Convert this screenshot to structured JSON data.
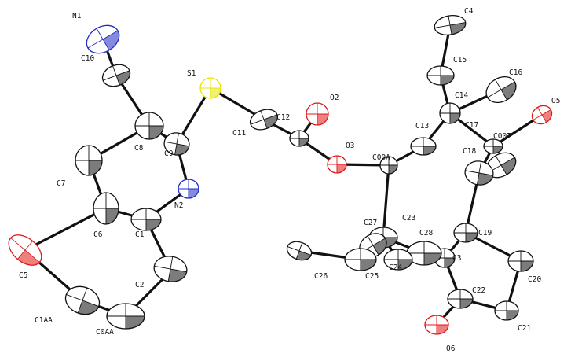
{
  "figure": {
    "type": "ORTEP thermal-ellipsoid molecular structure",
    "colors": {
      "bond": "#111111",
      "C": "#111111",
      "N": "#1f2cc4",
      "O": "#e01818",
      "S": "#e8e400",
      "background": "#ffffff"
    }
  },
  "atoms": [
    {
      "id": "N1",
      "element": "N",
      "label": "N1"
    },
    {
      "id": "C10",
      "element": "C",
      "label": "C10"
    },
    {
      "id": "S1",
      "element": "S",
      "label": "S1"
    },
    {
      "id": "C8",
      "element": "C",
      "label": "C8"
    },
    {
      "id": "C9",
      "element": "C",
      "label": "C9"
    },
    {
      "id": "C7",
      "element": "C",
      "label": "C7"
    },
    {
      "id": "N2",
      "element": "N",
      "label": "N2"
    },
    {
      "id": "C6",
      "element": "C",
      "label": "C6"
    },
    {
      "id": "C1",
      "element": "C",
      "label": "C1"
    },
    {
      "id": "C5",
      "element": "O",
      "label": "C5"
    },
    {
      "id": "C2",
      "element": "C",
      "label": "C2"
    },
    {
      "id": "C1AA",
      "element": "C",
      "label": "C1AA"
    },
    {
      "id": "C0AA",
      "element": "C",
      "label": "C0AA"
    },
    {
      "id": "C3n",
      "element": "C",
      "label": ""
    },
    {
      "id": "C4n",
      "element": "C",
      "label": ""
    },
    {
      "id": "C11",
      "element": "C",
      "label": "C11"
    },
    {
      "id": "C12",
      "element": "C",
      "label": "C12"
    },
    {
      "id": "O2",
      "element": "O",
      "label": "O2"
    },
    {
      "id": "O3",
      "element": "O",
      "label": "O3"
    },
    {
      "id": "C00A",
      "element": "C",
      "label": "C00A"
    },
    {
      "id": "C13",
      "element": "C",
      "label": "C13"
    },
    {
      "id": "C14",
      "element": "C",
      "label": "C14"
    },
    {
      "id": "C15",
      "element": "C",
      "label": "C15"
    },
    {
      "id": "C4",
      "element": "C",
      "label": "C4"
    },
    {
      "id": "C16",
      "element": "C",
      "label": "C16"
    },
    {
      "id": "C17",
      "element": "C",
      "label": "C17"
    },
    {
      "id": "O5",
      "element": "O",
      "label": "O5"
    },
    {
      "id": "C00T",
      "element": "C",
      "label": "C00T"
    },
    {
      "id": "C18",
      "element": "C",
      "label": "C18"
    },
    {
      "id": "C19",
      "element": "C",
      "label": "C19"
    },
    {
      "id": "C20",
      "element": "C",
      "label": "C20"
    },
    {
      "id": "C21",
      "element": "C",
      "label": "C21"
    },
    {
      "id": "C22",
      "element": "C",
      "label": "C22"
    },
    {
      "id": "O6",
      "element": "O",
      "label": "O6"
    },
    {
      "id": "C3",
      "element": "C",
      "label": "C3"
    },
    {
      "id": "C23",
      "element": "C",
      "label": "C23"
    },
    {
      "id": "C28",
      "element": "C",
      "label": "C28"
    },
    {
      "id": "C27",
      "element": "C",
      "label": "C27"
    },
    {
      "id": "C24",
      "element": "C",
      "label": "C24"
    },
    {
      "id": "C25",
      "element": "C",
      "label": "C25"
    },
    {
      "id": "C26",
      "element": "C",
      "label": "C26"
    }
  ],
  "bonds": [
    [
      "N1",
      "C10"
    ],
    [
      "C10",
      "C8"
    ],
    [
      "C8",
      "C9"
    ],
    [
      "C8",
      "C7"
    ],
    [
      "C9",
      "S1"
    ],
    [
      "C9",
      "N2"
    ],
    [
      "N2",
      "C1"
    ],
    [
      "C7",
      "C6"
    ],
    [
      "C6",
      "C1"
    ],
    [
      "C6",
      "C5"
    ],
    [
      "C1",
      "C2"
    ],
    [
      "C2",
      "C3n"
    ],
    [
      "C3n",
      "C4n"
    ],
    [
      "C4n",
      "C1AA"
    ],
    [
      "C1AA",
      "C5"
    ],
    [
      "S1",
      "C11"
    ],
    [
      "C11",
      "C12"
    ],
    [
      "C12",
      "O2"
    ],
    [
      "C12",
      "O3"
    ],
    [
      "O3",
      "C00A"
    ],
    [
      "C00A",
      "C13"
    ],
    [
      "C00A",
      "C23"
    ],
    [
      "C13",
      "C14"
    ],
    [
      "C14",
      "C15"
    ],
    [
      "C15",
      "C4"
    ],
    [
      "C14",
      "C16"
    ],
    [
      "C14",
      "C17"
    ],
    [
      "C17",
      "O5"
    ],
    [
      "C17",
      "C18"
    ],
    [
      "C18",
      "C19"
    ],
    [
      "C19",
      "C20"
    ],
    [
      "C20",
      "C21"
    ],
    [
      "C21",
      "C22"
    ],
    [
      "C22",
      "O6"
    ],
    [
      "C22",
      "C3"
    ],
    [
      "C3",
      "C19"
    ],
    [
      "C3",
      "C28"
    ],
    [
      "C28",
      "C23"
    ],
    [
      "C23",
      "C27"
    ],
    [
      "C27",
      "C25"
    ],
    [
      "C25",
      "C26"
    ],
    [
      "C23",
      "C24"
    ],
    [
      "C28",
      "C24"
    ]
  ]
}
